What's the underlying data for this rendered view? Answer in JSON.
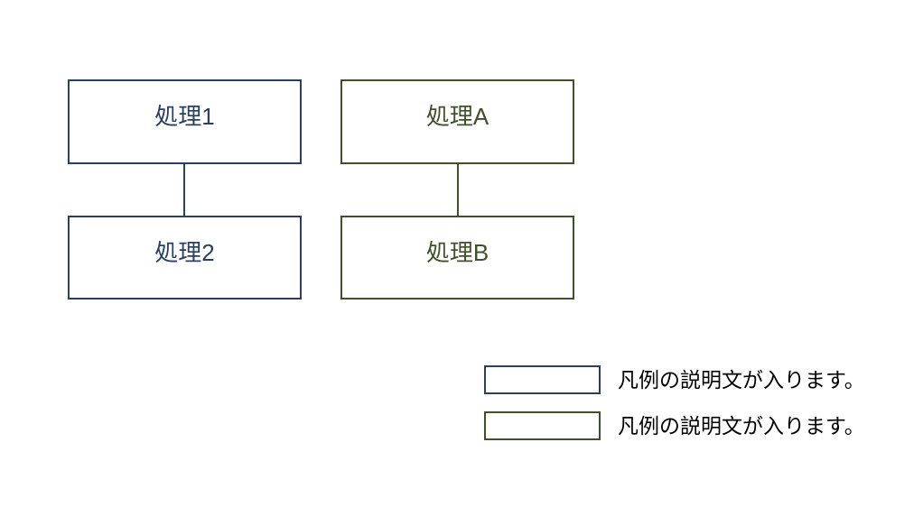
{
  "diagram": {
    "background_color": "#ffffff",
    "groups": [
      {
        "id": "blue",
        "color": "#2a3f66",
        "nodes": [
          {
            "label": "処理1"
          },
          {
            "label": "処理2"
          }
        ]
      },
      {
        "id": "green",
        "color": "#3e5128",
        "nodes": [
          {
            "label": "処理A"
          },
          {
            "label": "処理B"
          }
        ]
      }
    ]
  },
  "legend": {
    "items": [
      {
        "color": "#2a3f66",
        "text": "凡例の説明文が入ります。"
      },
      {
        "color": "#3e5128",
        "text": "凡例の説明文が入ります。"
      }
    ]
  }
}
